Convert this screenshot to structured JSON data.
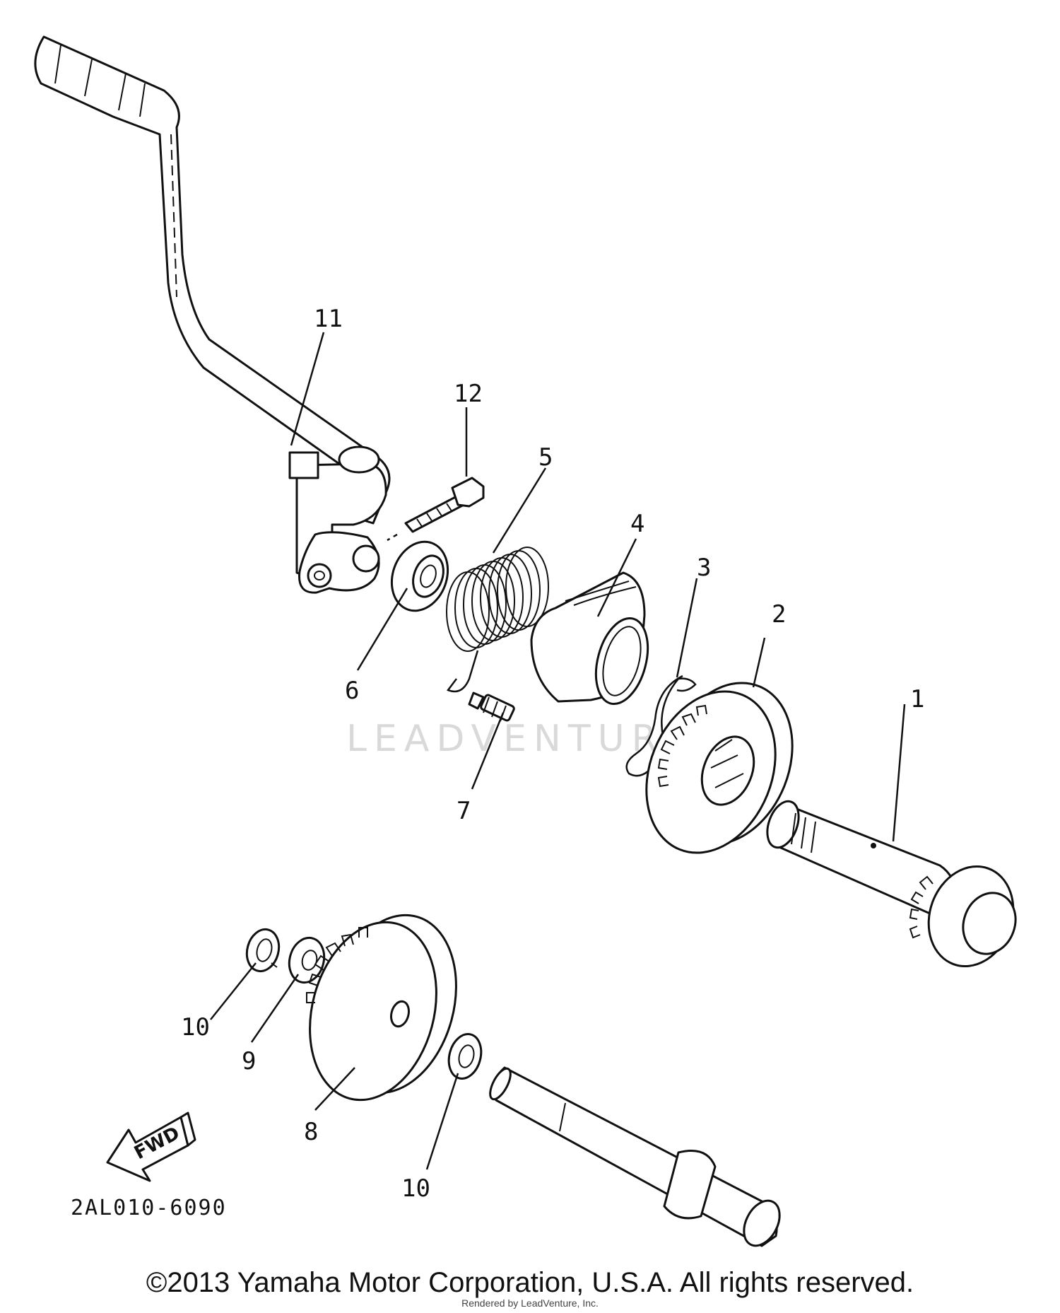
{
  "callouts": [
    {
      "id": "1",
      "text": "1"
    },
    {
      "id": "2",
      "text": "2"
    },
    {
      "id": "3",
      "text": "3"
    },
    {
      "id": "4",
      "text": "4"
    },
    {
      "id": "5",
      "text": "5"
    },
    {
      "id": "6",
      "text": "6"
    },
    {
      "id": "7",
      "text": "7"
    },
    {
      "id": "8",
      "text": "8"
    },
    {
      "id": "9",
      "text": "9"
    },
    {
      "id": "10a",
      "text": "10"
    },
    {
      "id": "10b",
      "text": "10"
    },
    {
      "id": "11",
      "text": "11"
    },
    {
      "id": "12",
      "text": "12"
    }
  ],
  "fwd_label": "FWD",
  "diagram_code": "2AL010-6090",
  "watermark": "LEADVENTURE",
  "copyright": "©2013 Yamaha Motor Corporation, U.S.A. All rights reserved.",
  "rendered_by": "Rendered by LeadVenture, Inc.",
  "colors": {
    "ink": "#111111",
    "background": "#ffffff",
    "watermark": "#d9d9d9"
  }
}
